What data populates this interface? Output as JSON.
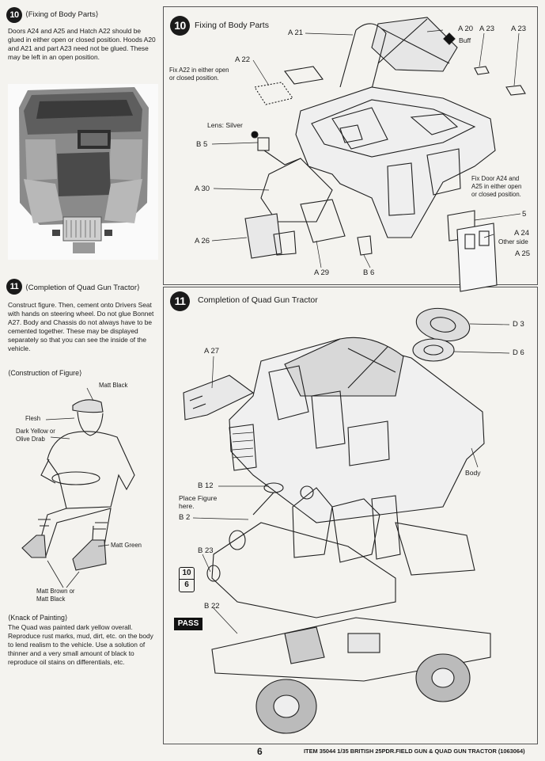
{
  "left": {
    "step10": {
      "number": "10",
      "heading": "⟨Fixing of Body Parts⟩",
      "text": "Doors A24 and A25 and Hatch A22 should be glued in either open or closed position. Hoods A20 and A21 and part A23 need not be glued.  These may be left in an open position."
    },
    "step11": {
      "number": "11",
      "heading": "⟨Completion of Quad Gun Tractor⟩",
      "text": "Construct figure.  Then, cement onto Drivers Seat with hands on steering wheel. Do not glue Bonnet A27.  Body and Chassis do not always have to be cemented together.  These may be displayed separately so that you can see the inside of the vehicle."
    },
    "figure": {
      "heading": "⟨Construction of Figure⟩",
      "labels": [
        "Matt Black",
        "Flesh",
        "Dark Yellow or",
        "Olive Drab",
        "Matt Green",
        "Matt Brown or",
        "Matt Black"
      ]
    },
    "painting": {
      "heading": "⟨Knack of Painting⟩",
      "text": "The Quad was painted dark yellow overall. Reproduce rust marks, mud, dirt, etc. on the body to lend realism to the vehicle. Use a solution of thinner and a very small amount of black to reproduce oil stains on differentials, etc."
    }
  },
  "right": {
    "step10": {
      "number": "10",
      "title": "Fixing of Body Parts",
      "labels": {
        "a21": "A 21",
        "a20": "A 20",
        "a23a": "A 23",
        "a23b": "A 23",
        "buff": "Buff",
        "a22": "A 22",
        "lens": "Lens: Silver",
        "b5": "B 5",
        "a30": "A 30",
        "a26": "A 26",
        "a29": "A 29",
        "b6": "B 6",
        "p5": "5",
        "a24": "A 24",
        "otherside": "Other side",
        "a25": "A 25"
      },
      "note_a22": [
        "Fix A22 in either open",
        "or closed position."
      ],
      "note_doors": [
        "Fix Door A24 and",
        "A25 in either open",
        "or closed position."
      ]
    },
    "step11": {
      "number": "11",
      "title": "Completion of Quad Gun Tractor",
      "labels": {
        "a27": "A 27",
        "d3": "D 3",
        "d6": "D 6",
        "body": "Body",
        "b12": "B 12",
        "placefig1": "Place Figure",
        "placefig2": "here.",
        "b2": "B 2",
        "b23": "B 23",
        "ref_top": "10",
        "ref_bot": "6",
        "b22": "B 22",
        "pass": "PASS"
      }
    }
  },
  "footer": {
    "page": "6",
    "item": "ITEM 35044  1/35 BRITISH 25PDR.FIELD GUN & QUAD GUN TRACTOR (1063064)"
  },
  "colors": {
    "ink": "#1a1a1a",
    "paper": "#f4f3ef"
  }
}
